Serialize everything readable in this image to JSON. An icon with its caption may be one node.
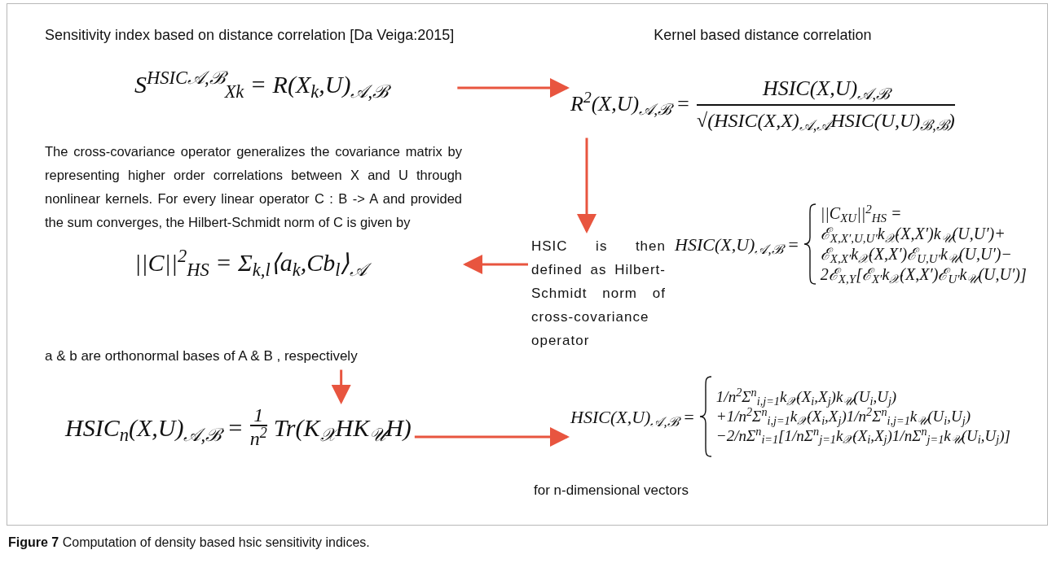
{
  "diagram": {
    "caption": "**Figure 7** Computation of density based hsic sensitivity indices.",
    "nodes": [
      {
        "text": [
          "Sensitivity index based on distance correlation [Da Veiga:2015]",
          "S$^{HSIC𝒜,ℬ}$$_{Xk}$ = R(X$_{k}$,U)$_{𝒜,ℬ}$"
        ]
      },
      {
        "text": [
          "Kernel based distance correlation",
          "R$^{2}$(X,U)$_{𝒜,ℬ}$ =",
          "HSIC(X,U)$_{𝒜,ℬ}$",
          "√(HSIC(X,X)$_{𝒜,𝒜}$HSIC(U,U)$_{ℬ,ℬ}$)"
        ]
      },
      {
        "text": [
          "HSIC is then defined as Hilbert-Schmidt norm of cross-covariance operator"
        ]
      },
      {
        "text": [
          "HSIC(X,U)$_{𝒜,ℬ}$ =",
          "||C$_{XU}$||$^{2}$$_{HS}$ =",
          "ℰ$_{X,X′,U,U′}$k$_{𝒳}$(X,X′)k$_{𝒰}$(U,U′)+",
          "ℰ$_{X,X′}$k$_{𝒳}$(X,X′)ℰ$_{U,U′}$k$_{𝒰}$(U,U′)−",
          "2ℰ$_{X,Y}$[ℰ$_{X′}$k$_{𝒳}$(X,X′)ℰ$_{U′}$k$_{𝒰}$(U,U′)]"
        ]
      },
      {
        "text": [
          "The cross-covariance operator generalizes the covariance matrix by representing higher order correlations between X and U through nonlinear kernels. For every linear operator C : B -> A and provided the sum converges, the Hilbert-Schmidt norm of C is given by",
          "||C||$^{2}$$_{HS}$ = Σ$_{k,l}$⟨a$_{k}$,Cb$_{l}$⟩$_{𝒜}$"
        ]
      },
      {
        "text": [
          "a & b are orthonormal bases of A & B , respectively"
        ]
      },
      {
        "text": [
          "HSIC$_{n}$(X,U)$_{𝒜,ℬ}$ =",
          "1",
          "n$^{2}$",
          "Tr(K$_{𝒳}$HK$_{𝒰}$H)"
        ]
      },
      {
        "text": [
          "HSIC(X,U)$_{𝒜,ℬ}$ =",
          "1/n$^{2}$Σ$^{n}$$_{i,j=1}$k$_{𝒳}$(X$_{i}$,X$_{j}$)k$_{𝒰}$(U$_{i}$,U$_{j}$)",
          "+1/n$^{2}$Σ$^{n}$$_{i,j=1}$k$_{𝒳}$(X$_{i}$,X$_{j}$)1/n$^{2}$Σ$^{n}$$_{i,j=1}$k$_{𝒰}$(U$_{i}$,U$_{j}$)",
          "−2/nΣ$^{n}$$_{i=1}$[1/nΣ$^{n}$$_{j=1}$k$_{𝒳}$(X$_{i}$,X$_{j}$)1/nΣ$^{n}$$_{j=1}$k$_{𝒰}$(U$_{i}$,U$_{j}$)]"
        ],
        "beside": [
          "for n-dimensional vectors"
        ]
      }
    ],
    "edges": [
      {
        "from": 0,
        "to": 1,
        "arrow": "to"
      },
      {
        "from": 1,
        "to": 2,
        "arrow": "to"
      },
      {
        "from": 2,
        "to": 4,
        "arrow": "to"
      },
      {
        "from": 5,
        "to": 6,
        "arrow": "to"
      },
      {
        "from": 6,
        "to": 7,
        "arrow": "to"
      }
    ]
  }
}
